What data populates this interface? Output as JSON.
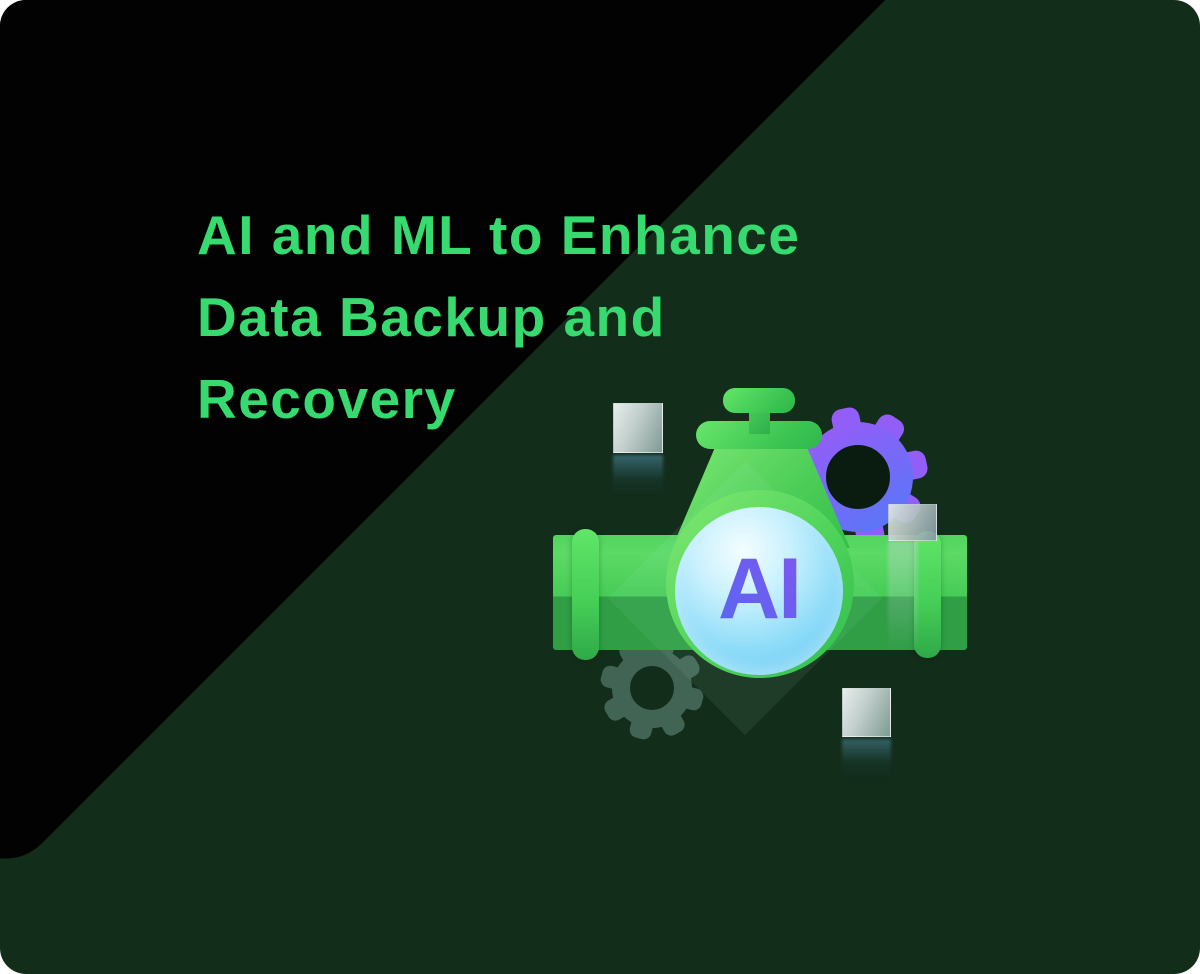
{
  "banner": {
    "type": "blog-hero-banner",
    "headline": {
      "lines": [
        "AI and ML to Enhance",
        "Data Backup and",
        "Recovery"
      ],
      "color": "#36da6e"
    }
  },
  "illustration": {
    "ai_label": "AI",
    "elements": [
      "pipe-valve",
      "ai-core-circle",
      "gear-purple",
      "gear-faint",
      "data-cubes"
    ],
    "colors": {
      "background_green": "#132d1b",
      "black_panel": "#020202",
      "pipe_green": "#47cc57",
      "pipe_green_dark": "#2f9e45",
      "valve_green_light": "#68e66b",
      "gear_purple_start": "#a058f8",
      "gear_purple_end": "#4e7bf7",
      "core_blue": "#5cc2f2",
      "ai_text_start": "#4472ec",
      "ai_text_end": "#9150f3",
      "cube_silver": "#c2cfcc"
    }
  }
}
